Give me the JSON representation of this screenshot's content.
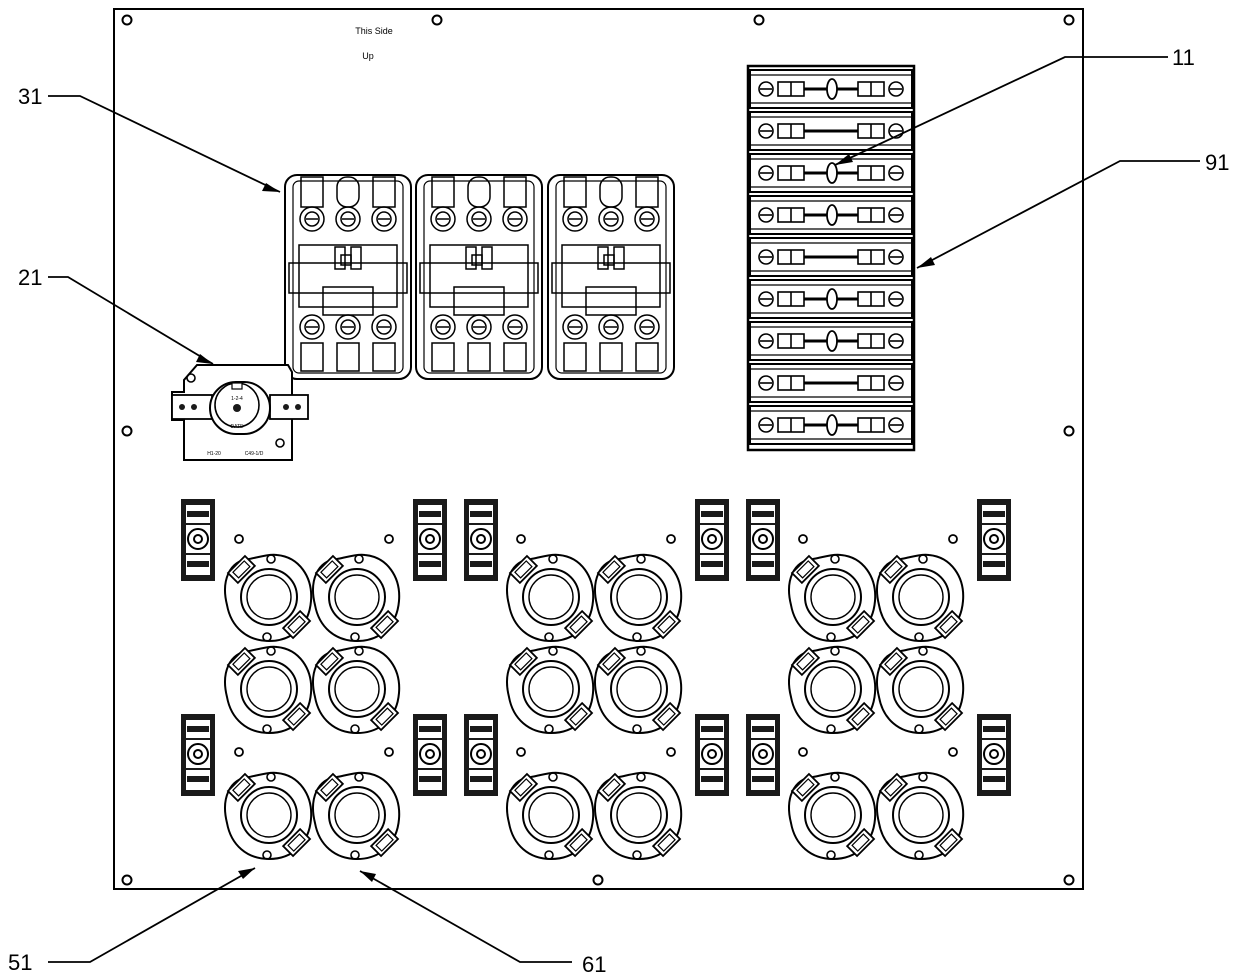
{
  "panel": {
    "orientation_line1": "This Side",
    "orientation_line2": "Up"
  },
  "timer": {
    "label_top": "1-2-4",
    "label_date": "DATE",
    "label_left": "H1-20",
    "label_right": "C49-1/D"
  },
  "callouts": {
    "c11": "11",
    "c21": "21",
    "c31": "31",
    "c51": "51",
    "c61": "61",
    "c91": "91"
  },
  "colors": {
    "line": "#000000",
    "background": "#ffffff",
    "dark_fill": "#1a1a1a"
  }
}
